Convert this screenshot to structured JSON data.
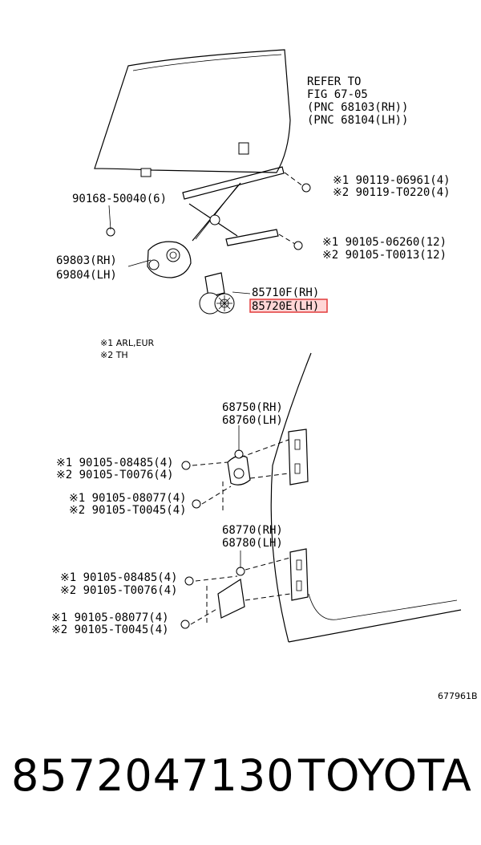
{
  "refer": {
    "line1": "REFER TO",
    "line2": "FIG 67-05",
    "line3": "(PNC 68103(RH))",
    "line4": "(PNC 68104(LH))"
  },
  "labels": {
    "p90168": "90168-50040(6)",
    "p69803": "69803(RH)",
    "p69804": "69804(LH)",
    "p85710": "85710F(RH)",
    "p85720": "85720E(LH)",
    "s1_90119": "※1 90119-06961(4)",
    "s2_90119": "※2 90119-T0220(4)",
    "s1_90105a": "※1 90105-06260(12)",
    "s2_90105a": "※2 90105-T0013(12)",
    "p68750": "68750(RH)",
    "p68760": "68760(LH)",
    "p68770": "68770(RH)",
    "p68780": "68780(LH)",
    "s1_h1": "※1 90105-08485(4)",
    "s2_h1": "※2 90105-T0076(4)",
    "s1_h2": "※1 90105-08077(4)",
    "s2_h2": "※2 90105-T0045(4)",
    "s1_h3": "※1 90105-08485(4)",
    "s2_h3": "※2 90105-T0076(4)",
    "s1_h4": "※1 90105-08077(4)",
    "s2_h4": "※2 90105-T0045(4)"
  },
  "legend": {
    "note1": "※1 ARL,EUR",
    "note2": "※2 TH"
  },
  "figure_id": "677961B",
  "footer": {
    "part_number": "8572047130",
    "brand": "TOYOTA"
  },
  "colors": {
    "highlight_border": "#e23b3b",
    "highlight_fill": "#ffd6d6"
  }
}
